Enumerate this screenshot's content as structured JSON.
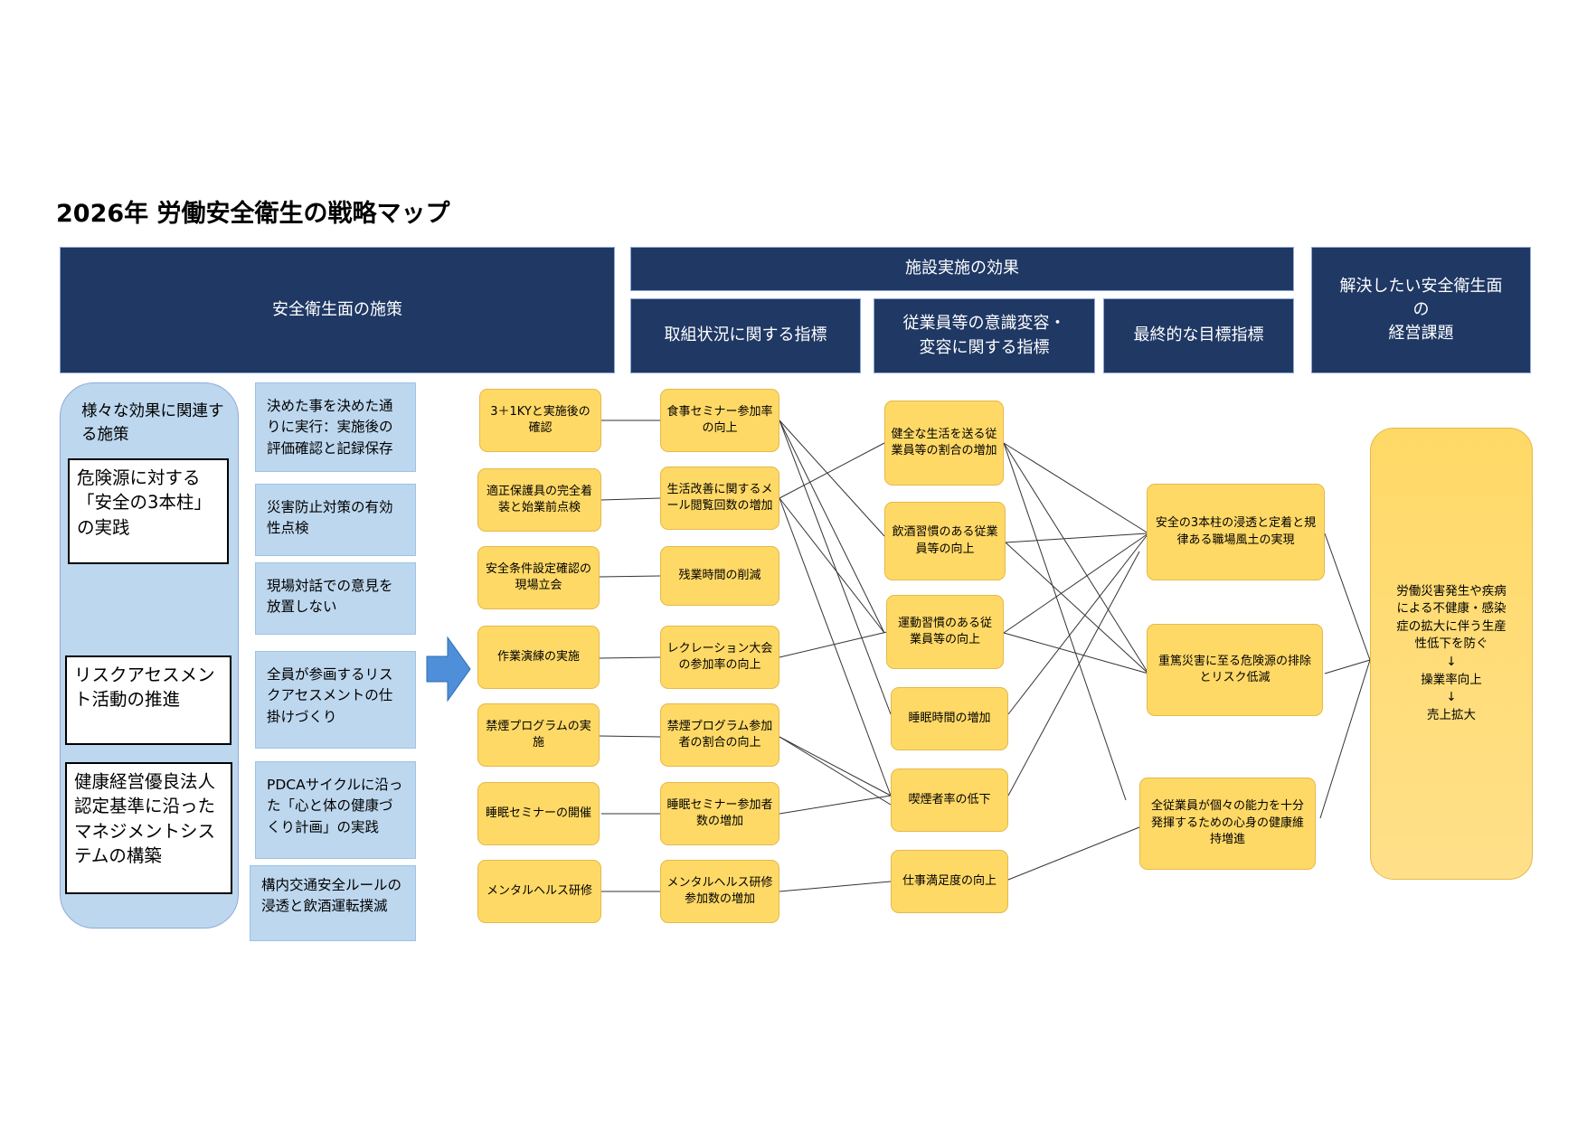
{
  "title": "2026年 労働安全衛生の戦略マップ",
  "headers": {
    "measures": "安全衛生面の施策",
    "effects": "施設実施の効果",
    "indicator_progress": "取組状況に関する指標",
    "indicator_awareness_line1": "従業員等の意識変容・",
    "indicator_awareness_line2": "変容に関する指標",
    "indicator_final": "最終的な目標指標",
    "issues_line1": "解決したい安全衛生面",
    "issues_line2": "の",
    "issues_line3": "経営課題"
  },
  "left_panel": {
    "label": "様々な効果に関連する施策",
    "pillars": [
      "危険源に対する「安全の3本柱」の実践",
      "リスクアセスメント活動の推進",
      "健康経営優良法人認定基準に沿ったマネジメントシステムの構築"
    ]
  },
  "measures": [
    "決めた事を決めた通りに実行：実施後の評価確認と記録保存",
    "災害防止対策の有効性点検",
    "現場対話での意見を放置しない",
    "全員が参画するリスクアセスメントの仕掛けづくり",
    "PDCAサイクルに沿った「心と体の健康づくり計画」の実践",
    "構内交通安全ルールの浸透と飲酒運転撲滅"
  ],
  "activities": [
    "3＋1KYと実施後の確認",
    "適正保護具の完全着装と始業前点検",
    "安全条件設定確認の現場立会",
    "作業演練の実施",
    "禁煙プログラムの実施",
    "睡眠セミナーの開催",
    "メンタルヘルス研修"
  ],
  "progress_indicators": [
    "食事セミナー参加率の向上",
    "生活改善に関するメール閲覧回数の増加",
    "残業時間の削減",
    "レクレーション大会の参加率の向上",
    "禁煙プログラム参加者の割合の向上",
    "睡眠セミナー参加者数の増加",
    "メンタルヘルス研修参加数の増加"
  ],
  "awareness_indicators": [
    "健全な生活を送る従業員等の割合の増加",
    "飲酒習慣のある従業員等の向上",
    "運動習慣のある従業員等の向上",
    "睡眠時間の増加",
    "喫煙者率の低下",
    "仕事満足度の向上"
  ],
  "final_indicators": [
    "安全の3本柱の浸透と定着と規律ある職場風土の実現",
    "重篤災害に至る危険源の排除とリスク低減",
    "全従業員が個々の能力を十分発揮するための心身の健康維持増進"
  ],
  "management_issue": {
    "text": "労働災害発生や疾病による不健康・感染症の拡大に伴う生産性低下を防ぐ",
    "arrow1": "↓",
    "step2": "操業率向上",
    "arrow2": "↓",
    "step3": "売上拡大"
  },
  "colors": {
    "header_navy": "#1f3864",
    "light_blue": "#bdd7ee",
    "yellow": "#ffd966",
    "arrow_blue": "#4f8fd9"
  }
}
